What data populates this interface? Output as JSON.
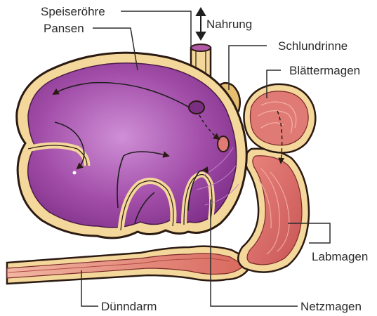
{
  "labels": {
    "speiseroehre": "Speiseröhre",
    "pansen": "Pansen",
    "nahrung": "Nahrung",
    "schlundrinne": "Schlundrinne",
    "blaettermagen": "Blättermagen",
    "labmagen": "Labmagen",
    "duenndarm": "Dünndarm",
    "netzmagen": "Netzmagen"
  },
  "colors": {
    "pansen_fill": "#9b3fa3",
    "pansen_light": "#c27fcb",
    "wall_cream": "#f4d79a",
    "outline": "#2a1a12",
    "labmagen_fill": "#d96a6a",
    "blaettermagen_fill": "#e07a74",
    "intestine_fill": "#e58f80",
    "schlundrinne_fill": "#e2b86e"
  }
}
